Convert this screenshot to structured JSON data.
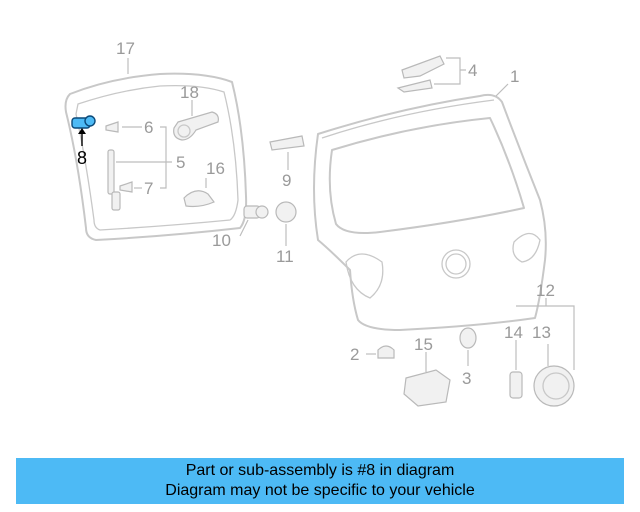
{
  "diagram": {
    "callouts": [
      {
        "id": "c1",
        "text": "1"
      },
      {
        "id": "c2",
        "text": "2"
      },
      {
        "id": "c3",
        "text": "3"
      },
      {
        "id": "c4",
        "text": "4"
      },
      {
        "id": "c5",
        "text": "5"
      },
      {
        "id": "c6",
        "text": "6"
      },
      {
        "id": "c7",
        "text": "7"
      },
      {
        "id": "c8",
        "text": "8"
      },
      {
        "id": "c9",
        "text": "9"
      },
      {
        "id": "c10",
        "text": "10"
      },
      {
        "id": "c11",
        "text": "11"
      },
      {
        "id": "c12",
        "text": "12"
      },
      {
        "id": "c13",
        "text": "13"
      },
      {
        "id": "c14",
        "text": "14"
      },
      {
        "id": "c15",
        "text": "15"
      },
      {
        "id": "c16",
        "text": "16"
      },
      {
        "id": "c17",
        "text": "17"
      },
      {
        "id": "c18",
        "text": "18"
      }
    ],
    "highlight_color": "#4dbaf5",
    "line_color": "#c8c8c8"
  },
  "banner": {
    "line1": "Part or sub-assembly is #8 in diagram",
    "line2": "Diagram may not be specific to your vehicle",
    "background": "#4dbaf5"
  }
}
